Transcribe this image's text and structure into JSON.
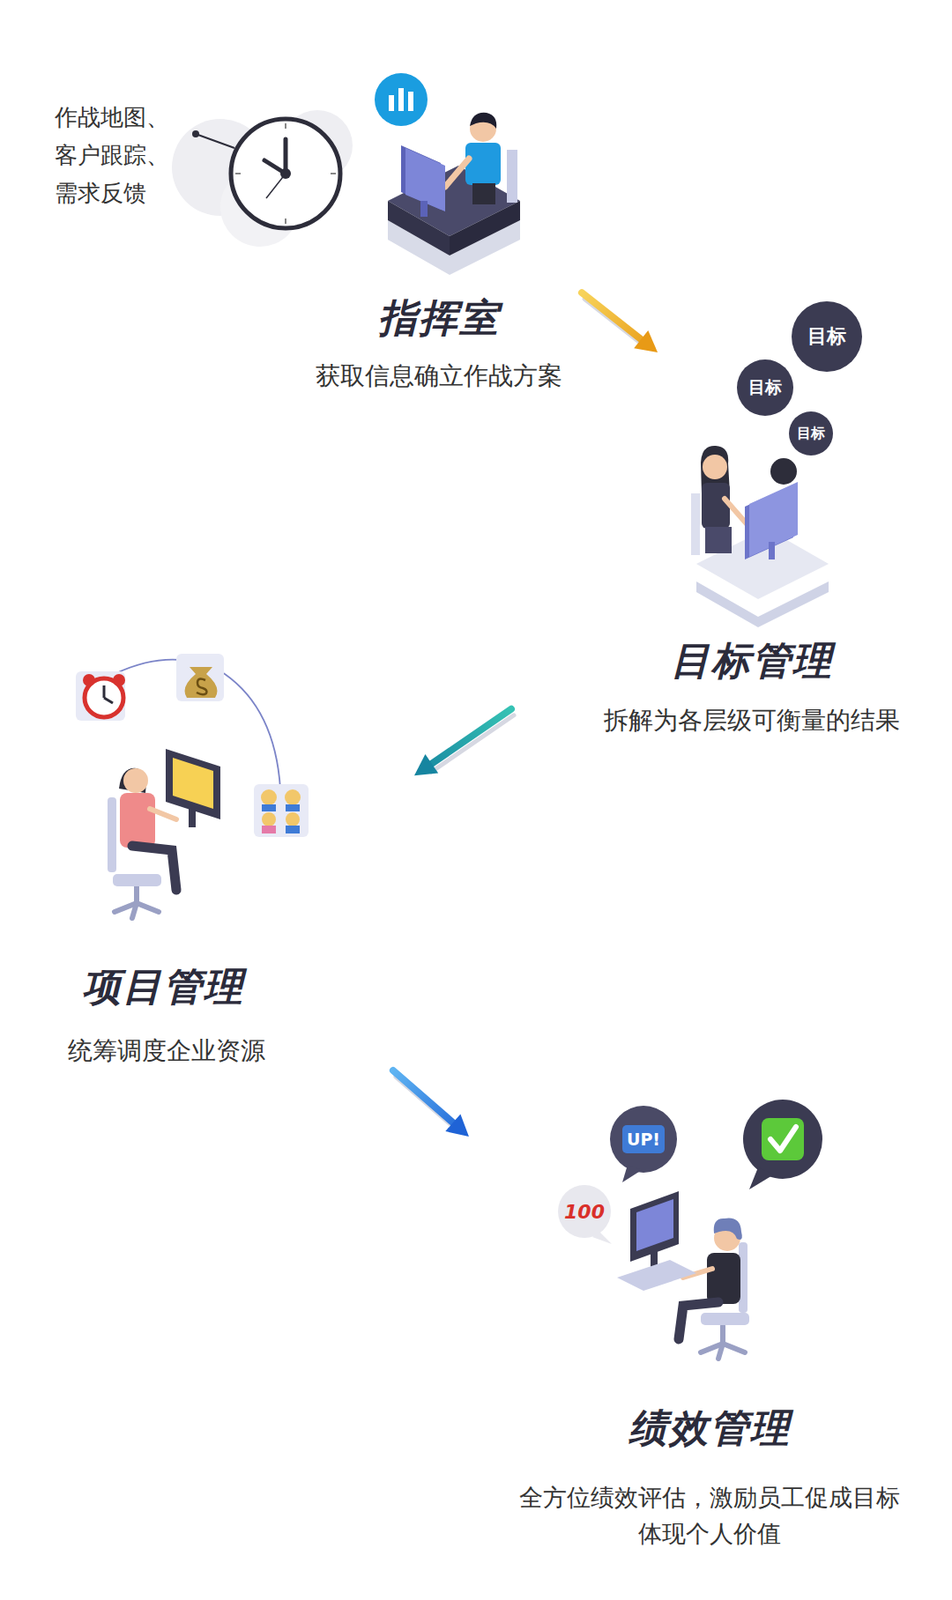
{
  "diagram": {
    "nodes": [
      {
        "text": [
          "指挥室",
          "获取信息确立作战方案"
        ]
      },
      {
        "text": [
          "目标"
        ]
      },
      {
        "text": [
          "目标"
        ]
      },
      {
        "text": [
          "目标"
        ]
      },
      {
        "text": [
          "目标管理",
          "拆解为各层级可衡量的结果"
        ]
      },
      {
        "text": [
          "项目管理",
          "统筹调度企业资源"
        ]
      },
      {
        "text": [
          "绩效管理",
          "全方位绩效评估，激励员工促成目标 体现个人价值"
        ]
      }
    ],
    "edges": [
      {
        "from": 0,
        "to": 4,
        "arrow": "to"
      },
      {
        "from": 4,
        "to": 5,
        "arrow": "to"
      },
      {
        "from": 5,
        "to": 6,
        "arrow": "to"
      }
    ],
    "labels": [
      "作战地图、 客户跟踪、 需求反馈",
      "UP!",
      "100"
    ]
  }
}
